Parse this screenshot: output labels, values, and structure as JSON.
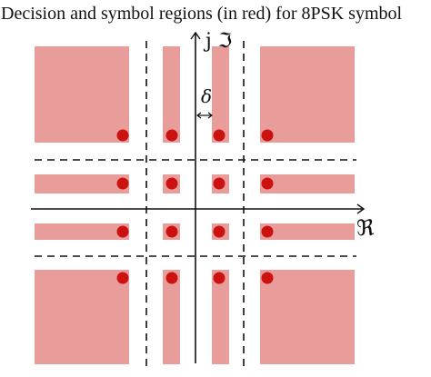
{
  "caption": "Decision and symbol regions (in red) for 8PSK symbol",
  "axes": {
    "imag_label": "j ℑ",
    "real_label": "ℜ",
    "delta_label": "δ"
  },
  "colors": {
    "region_fill": "#e89d9b",
    "symbol_dot": "#cc1111",
    "axis": "#111111",
    "boundary": "#111111",
    "background": "#ffffff"
  }
}
